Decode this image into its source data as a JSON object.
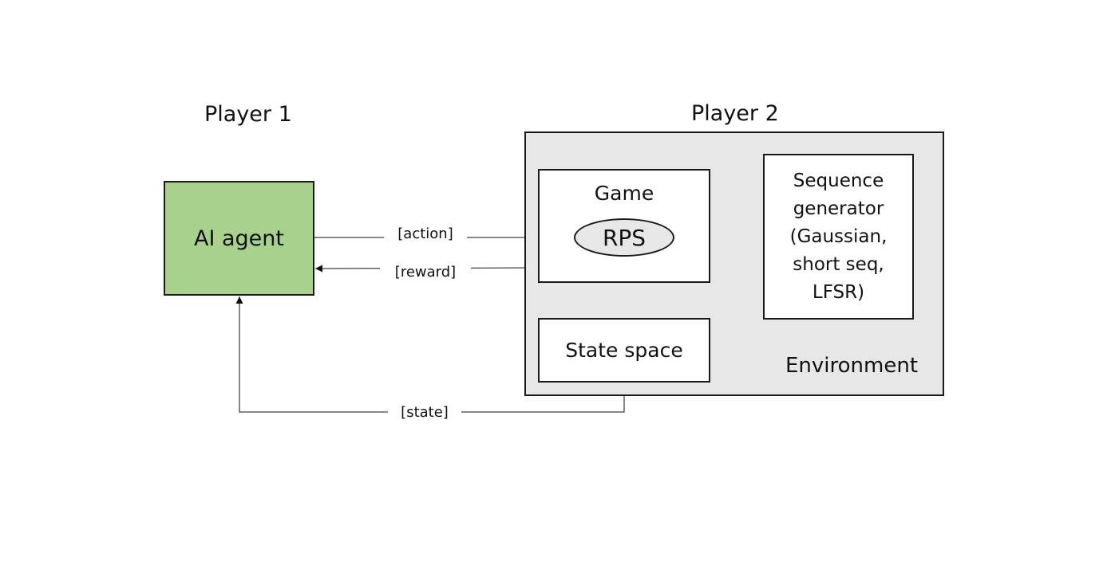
{
  "headings": {
    "player1": "Player 1",
    "player2": "Player 2"
  },
  "agent": {
    "label": "AI agent",
    "color": "#a9d18e"
  },
  "environment": {
    "label": "Environment",
    "color": "#e7e7e7"
  },
  "game": {
    "title": "Game",
    "node": "RPS"
  },
  "state_space": {
    "label": "State space"
  },
  "sequence_generator": {
    "line1": "Sequence",
    "line2": "generator",
    "line3": "(Gaussian,",
    "line4": "short seq,",
    "line5": "LFSR)"
  },
  "edges": {
    "action": "[action]",
    "reward": "[reward]",
    "state": "[state]"
  }
}
